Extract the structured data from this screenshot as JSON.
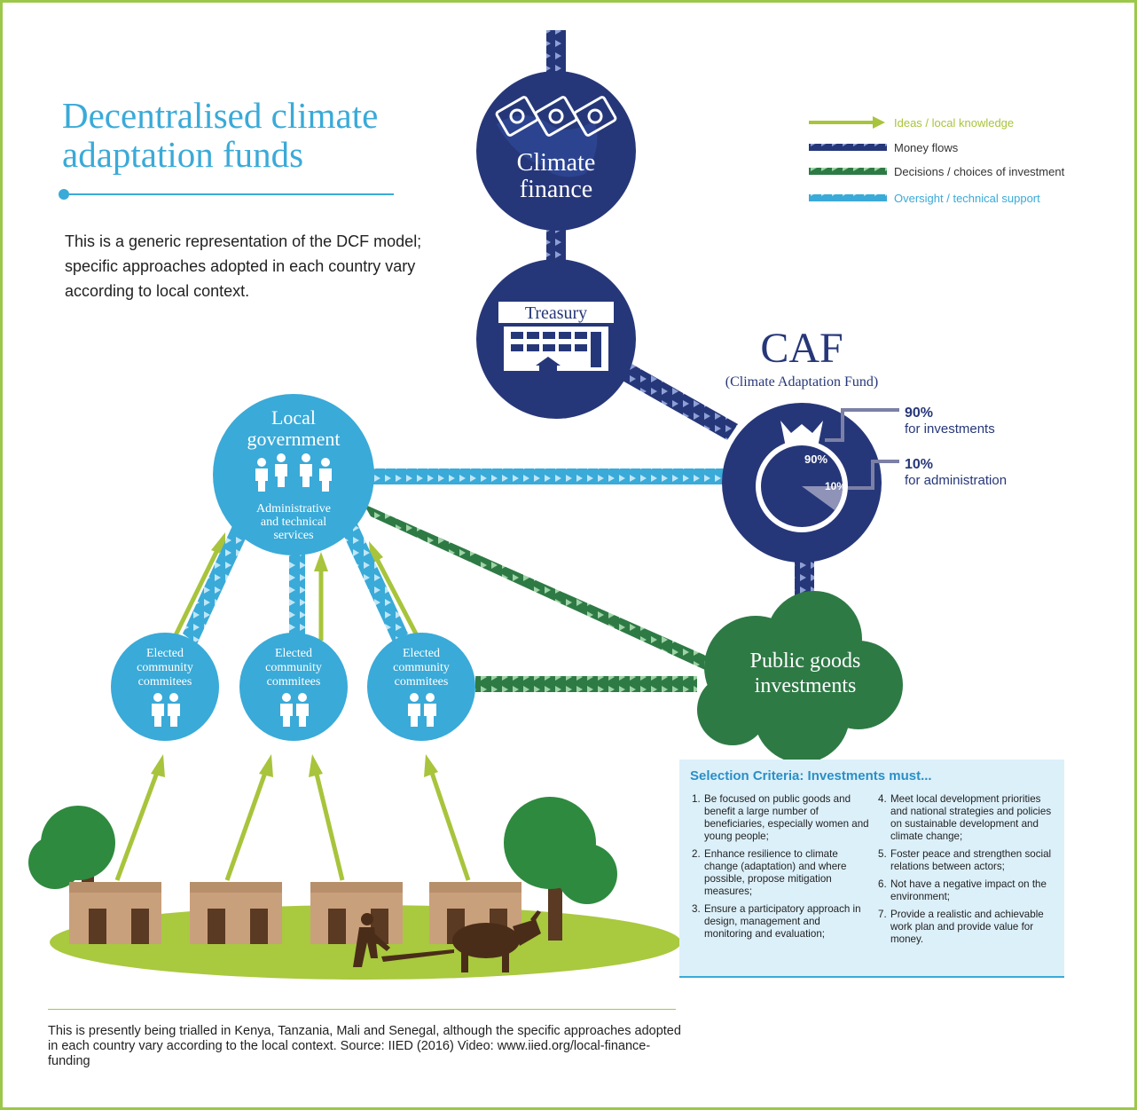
{
  "title_line1": "Decentralised climate",
  "title_line2": "adaptation funds",
  "intro": "This is a generic representation of the DCF model; specific approaches adopted in each country vary according to local context.",
  "colors": {
    "navy": "#263779",
    "sky": "#3aaad8",
    "green": "#2e7a45",
    "lime": "#a8c43c",
    "border": "#9cc84a"
  },
  "legend": {
    "ideas": "Ideas / local knowledge",
    "money": "Money flows",
    "decisions": "Decisions / choices of investment",
    "oversight": "Oversight / technical support"
  },
  "nodes": {
    "climate_finance_1": "Climate",
    "climate_finance_2": "finance",
    "treasury": "Treasury",
    "caf": "CAF",
    "caf_full": "(Climate Adaptation Fund)",
    "pct_invest": "90%",
    "pct_invest_label": "for investments",
    "pct_admin": "10%",
    "pct_admin_label": "for administration",
    "pie_invest": "90%",
    "pie_admin": "10%",
    "local_gov_1": "Local",
    "local_gov_2": "government",
    "admin_1": "Administrative",
    "admin_2": "and technical",
    "admin_3": "services",
    "committee_1": "Elected",
    "committee_2": "community",
    "committee_3": "commitees",
    "public_goods_1": "Public goods",
    "public_goods_2": "investments"
  },
  "selection": {
    "title": "Selection Criteria: Investments must...",
    "items_left": [
      {
        "n": "1.",
        "text": "Be focused on public goods and benefit a large number of beneficiaries, especially women and young people;"
      },
      {
        "n": "2.",
        "text": "Enhance resilience to climate change (adaptation) and where possible, propose mitigation measures;"
      },
      {
        "n": "3.",
        "text": "Ensure a participatory approach in design, management and monitoring and evaluation;"
      }
    ],
    "items_right": [
      {
        "n": "4.",
        "text": "Meet local development priorities and national strategies and policies on sustainable development and climate change;"
      },
      {
        "n": "5.",
        "text": "Foster peace and strengthen social relations between actors;"
      },
      {
        "n": "6.",
        "text": "Not have a negative impact on the environment;"
      },
      {
        "n": "7.",
        "text": "Provide a realistic and achievable work plan and provide value for money."
      }
    ]
  },
  "footer": "This is presently being trialled in Kenya, Tanzania, Mali and Senegal, although the specific approaches adopted in each country vary according to the local context. Source: IIED (2016) Video: www.iied.org/local-finance-funding"
}
